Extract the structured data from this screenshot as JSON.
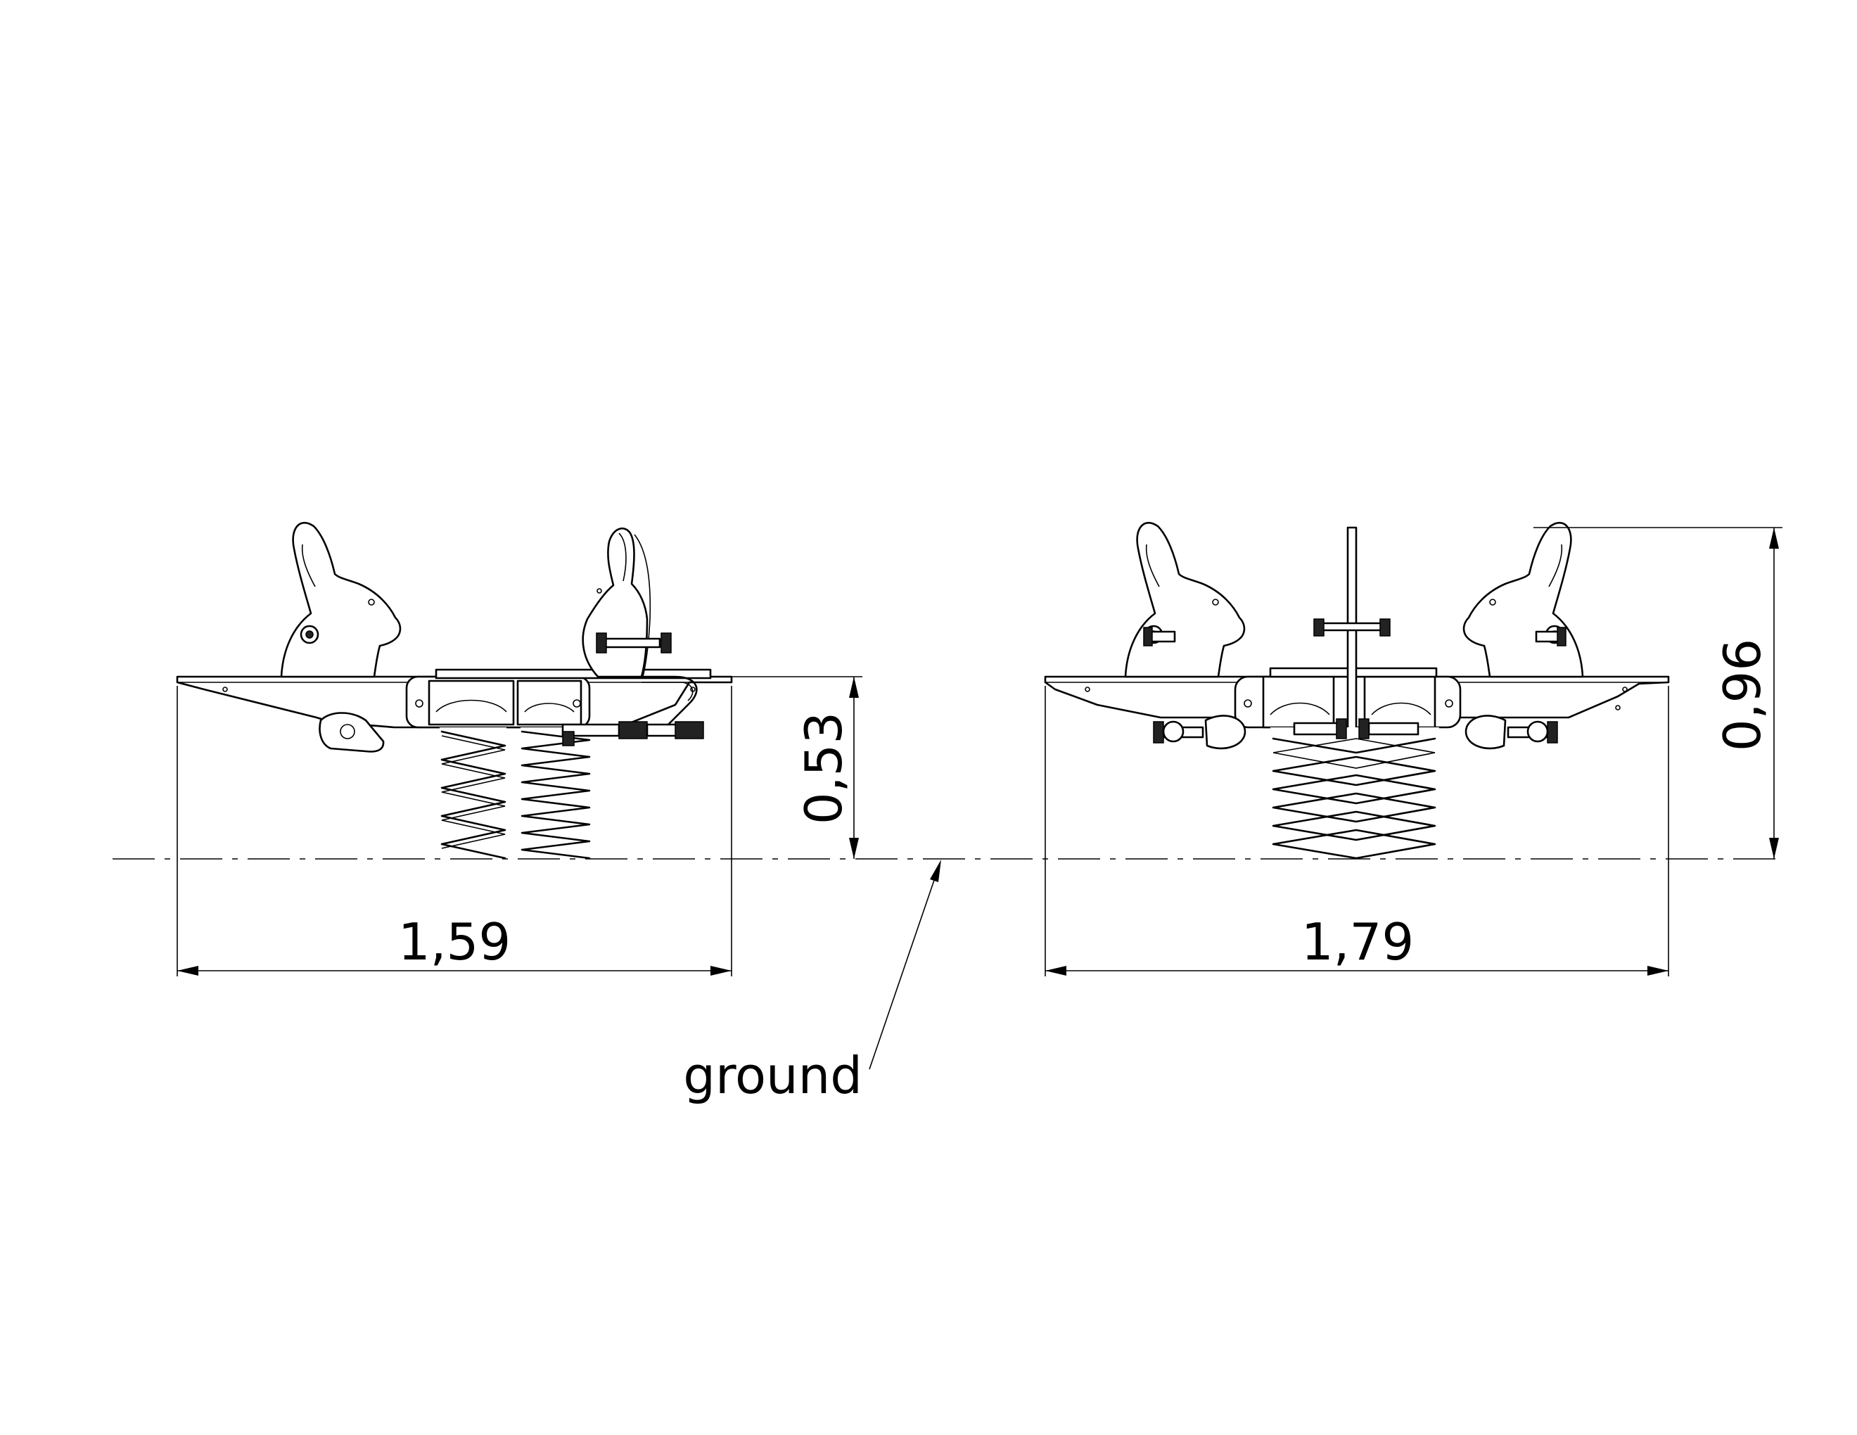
{
  "drawing": {
    "views": [
      "side-view",
      "front-view"
    ],
    "dimensions": {
      "side_width": "1,59",
      "side_height": "0,53",
      "front_width": "1,79",
      "front_height": "0,96"
    },
    "annotations": {
      "ground_label": "ground"
    }
  }
}
